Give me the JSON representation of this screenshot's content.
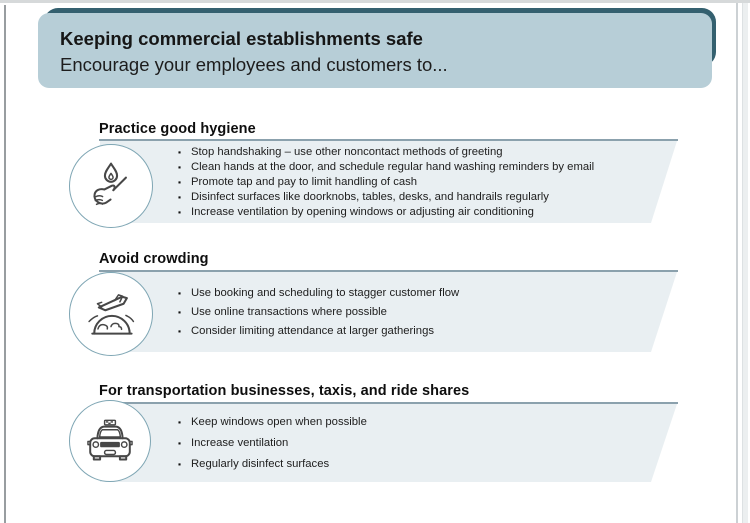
{
  "header": {
    "title": "Keeping commercial establishments safe",
    "subtitle": "Encourage your employees and customers to..."
  },
  "sections": [
    {
      "heading": "Practice good hygiene",
      "icon": "handwashing-icon",
      "bullets": [
        "Stop handshaking – use other noncontact methods of greeting",
        "Clean hands at the door, and schedule regular hand washing reminders by email",
        "Promote tap and pay to limit handling of cash",
        "Disinfect surfaces like doorknobs, tables, desks, and handrails regularly",
        "Increase ventilation by opening windows or adjusting air conditioning"
      ]
    },
    {
      "heading": "Avoid crowding",
      "icon": "airplane-globe-icon",
      "bullets": [
        "Use booking and scheduling to stagger customer flow",
        "Use online transactions where possible",
        "Consider limiting attendance at larger gatherings"
      ]
    },
    {
      "heading": "For transportation businesses, taxis, and ride shares",
      "icon": "taxi-icon",
      "bullets": [
        "Keep windows open when possible",
        "Increase ventilation",
        "Regularly disinfect surfaces"
      ]
    }
  ],
  "ui": {
    "bullet_glyph": "▪"
  },
  "colors": {
    "header_accent": "#34606f",
    "header_fill": "#b7ced7",
    "band_fill": "#e9eff2",
    "band_rule": "#8ba1ad",
    "circle_border": "#7fa6b4",
    "icon_stroke": "#474747",
    "text": "#1c1c1c"
  }
}
